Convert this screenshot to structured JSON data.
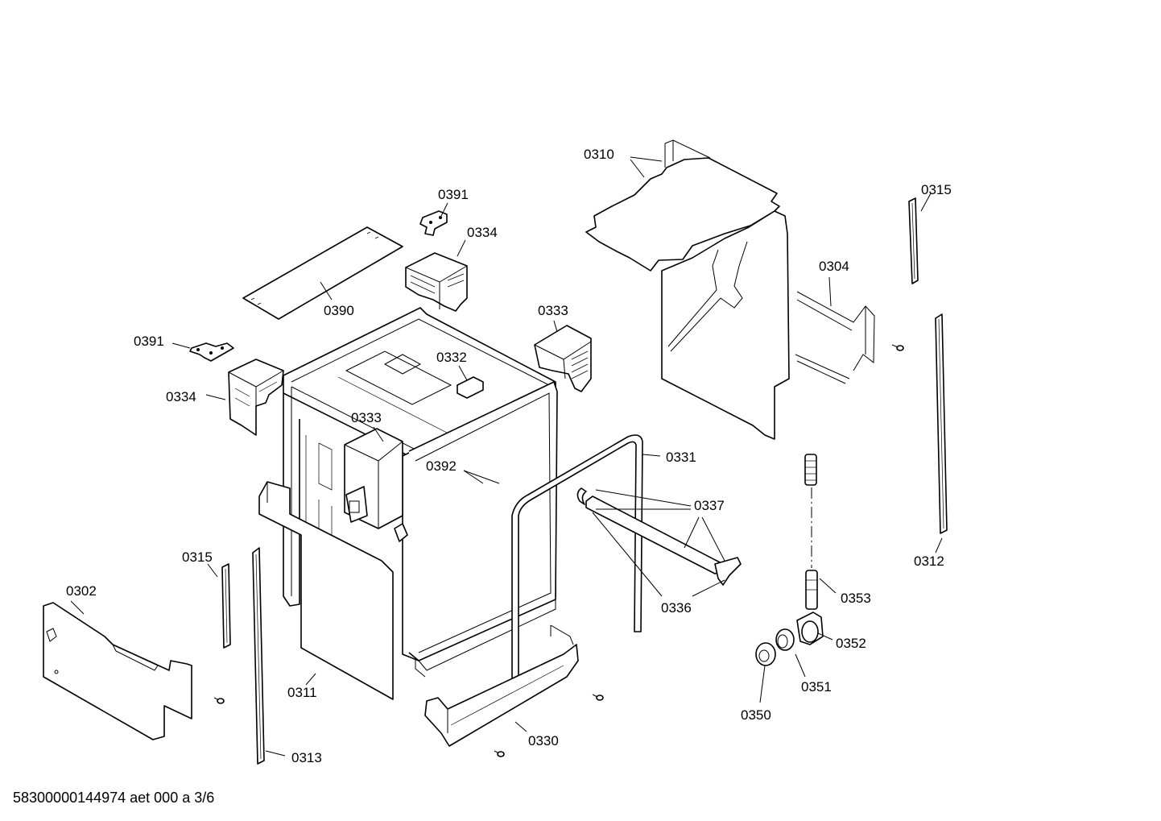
{
  "labels": {
    "l0310": "0310",
    "l0391_top": "0391",
    "l0334_top": "0334",
    "l0390": "0390",
    "l0391_left": "0391",
    "l0334_left": "0334",
    "l0332": "0332",
    "l0333_top": "0333",
    "l0333_mid": "0333",
    "l0392": "0392",
    "l0331": "0331",
    "l0337": "0337",
    "l0336": "0336",
    "l0315_right": "0315",
    "l0304": "0304",
    "l0312": "0312",
    "l0315_left": "0315",
    "l0302": "0302",
    "l0311": "0311",
    "l0313": "0313",
    "l0330": "0330",
    "l0353": "0353",
    "l0352": "0352",
    "l0351": "0351",
    "l0350": "0350"
  },
  "footer": {
    "text": "58300000144974 aet 000 a 3/6"
  }
}
